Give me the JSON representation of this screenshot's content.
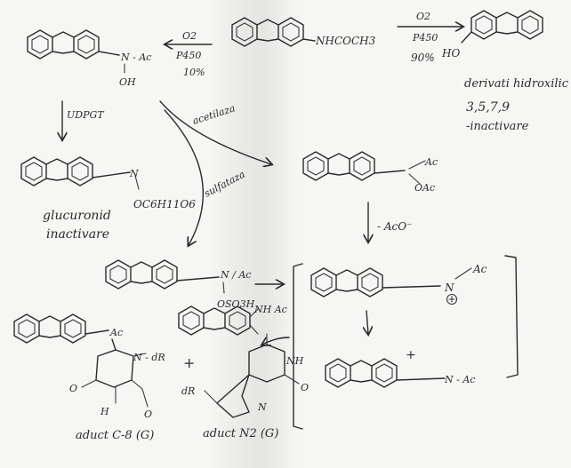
{
  "labels": {
    "nhcoch3": "NHCOCH3",
    "o2_top": "O2",
    "p450_top": "P450",
    "pct90": "90%",
    "ho": "HO",
    "derivati": "derivati hidroxilic",
    "positions": "3,5,7,9",
    "inactivare_top": "-inactivare",
    "o2_left": "O2",
    "p450_left": "P450",
    "pct10": "10%",
    "n_ac_1": "N - Ac",
    "oh": "OH",
    "ugt": "UDPGT",
    "acetilaza": "acetilaza",
    "sulfataza": "sulfataza",
    "n_ac_2": "N",
    "oc6h11o6": "OC6H11O6",
    "glucuronid": "glucuronid",
    "inactivare_left": "inactivare",
    "ac_2": "Ac",
    "oac": "OAc",
    "minus_aco": "- AcO⁻",
    "n_ac_sulf": "N / Ac",
    "oso3h": "OSO3H",
    "nitrenium_ac": "Ac",
    "plus": "+",
    "n_ac_carb": "N - Ac",
    "nh_ac": "NH Ac",
    "n_ac_add1": "Ac",
    "n_dr": "N - dR",
    "plus_add": "+",
    "o_add1a": "O",
    "o_add1b": "O",
    "h_add1": "H",
    "nh_add2": "NH",
    "n_add2": "N",
    "dr_add2": "dR",
    "o_add2": "O",
    "aduct1": "aduct C-8 (G)",
    "aduct2": "aduct N2 (G)"
  }
}
